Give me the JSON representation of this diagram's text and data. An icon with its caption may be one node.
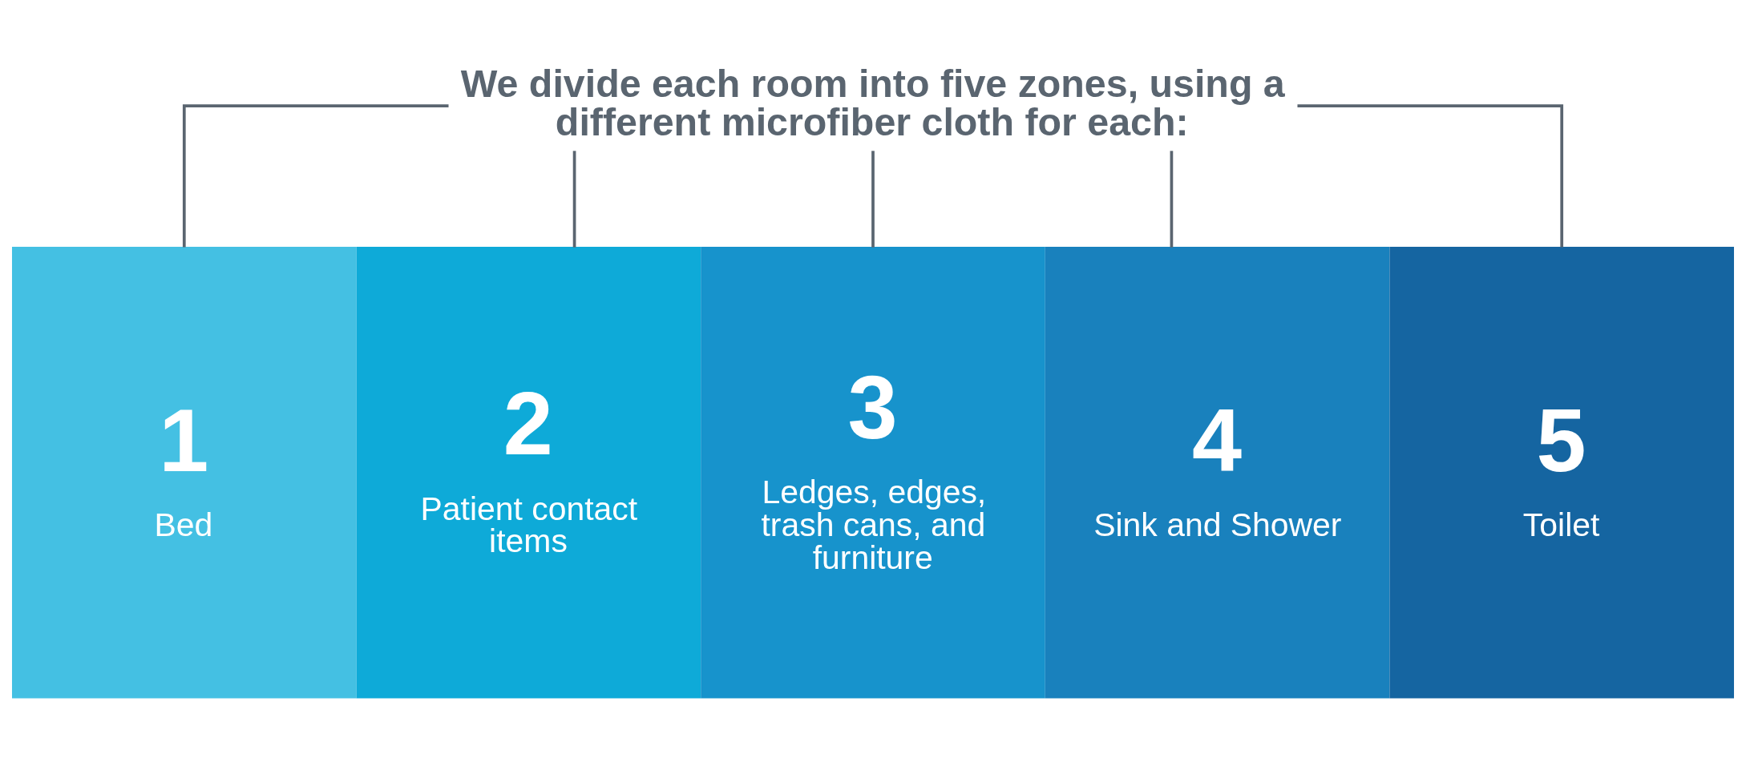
{
  "diagram": {
    "nodes": [
      {
        "text": [
          "We divide each room into five zones, using a different microfiber cloth for each:"
        ]
      },
      {
        "text": [
          "1",
          "Bed"
        ]
      },
      {
        "text": [
          "2",
          "Patient contact items"
        ]
      },
      {
        "text": [
          "3",
          "Ledges, edges, trash cans, and furniture"
        ]
      },
      {
        "text": [
          "4",
          "Sink and Shower"
        ]
      },
      {
        "text": [
          "5",
          "Toilet"
        ]
      }
    ],
    "edges": [
      {
        "from": 0,
        "to": 1,
        "arrow": "none"
      },
      {
        "from": 0,
        "to": 2,
        "arrow": "none"
      },
      {
        "from": 0,
        "to": 3,
        "arrow": "none"
      },
      {
        "from": 0,
        "to": 4,
        "arrow": "none"
      },
      {
        "from": 0,
        "to": 5,
        "arrow": "none"
      }
    ]
  }
}
